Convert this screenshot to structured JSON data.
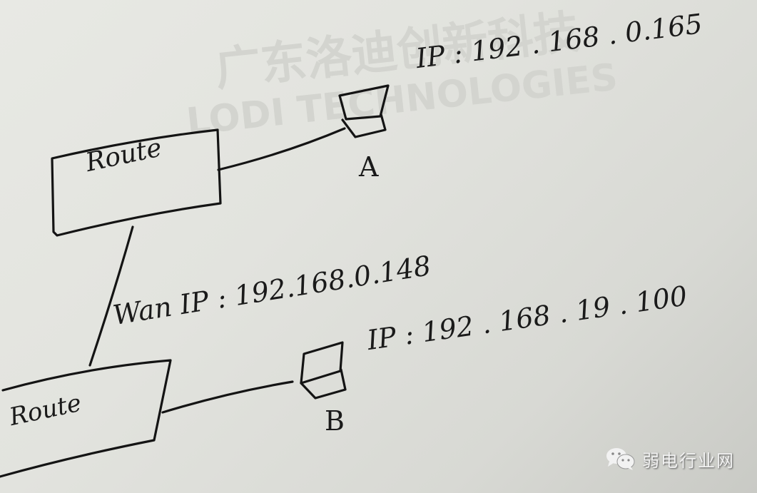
{
  "background_watermark": {
    "chinese_text": "广东洛迪创新科技",
    "english_text": "LODI TECHNOLOGIES"
  },
  "diagram": {
    "nodes": [
      {
        "id": "router-top",
        "label": "Route",
        "type": "router"
      },
      {
        "id": "device-a",
        "label": "A",
        "type": "computer",
        "ip_label": "IP : 192 . 168 . 0.165"
      },
      {
        "id": "router-bottom",
        "label": "Route",
        "type": "router",
        "wan_label": "Wan IP : 192.168.0.148"
      },
      {
        "id": "device-b",
        "label": "B",
        "type": "computer",
        "ip_label": "IP : 192 . 168 . 19 . 100"
      }
    ],
    "edges": [
      {
        "from": "router-top",
        "to": "device-a"
      },
      {
        "from": "router-top",
        "to": "router-bottom"
      },
      {
        "from": "router-bottom",
        "to": "device-b"
      }
    ]
  },
  "watermark": {
    "icon": "wechat-icon",
    "text": "弱电行业网"
  }
}
